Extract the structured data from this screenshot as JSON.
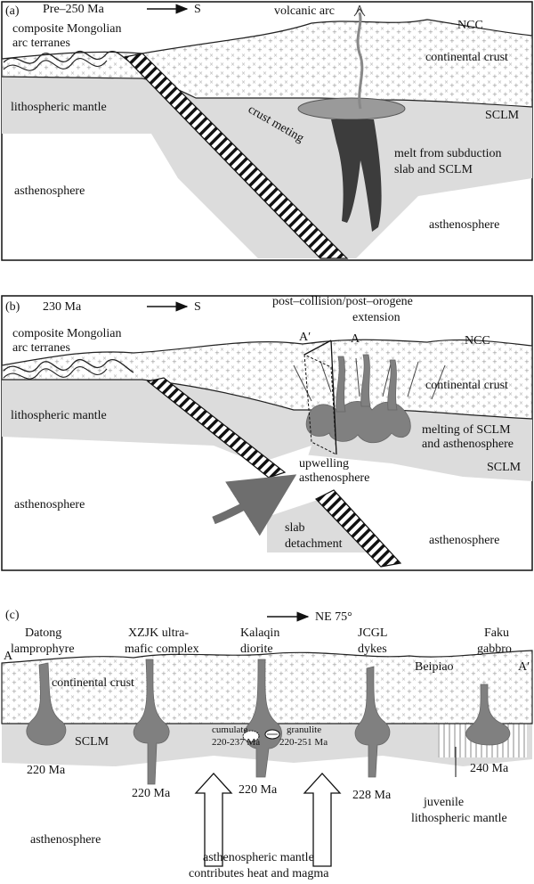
{
  "panel_a": {
    "tag": "(a)",
    "age": "Pre–250 Ma",
    "direction": "S",
    "mongolian_1": "composite Mongolian",
    "mongolian_2": "arc terranes",
    "volcanic_arc": "volcanic arc",
    "ncc": "NCC",
    "continental_crust": "continental crust",
    "lithospheric_mantle": "lithospheric mantle",
    "crust_meting": "crust meting",
    "sclm": "SCLM",
    "melt_1": "melt from subduction",
    "melt_2": "slab and SCLM",
    "asthenosphere_left": "asthenosphere",
    "asthenosphere_right": "asthenosphere"
  },
  "panel_b": {
    "tag": "(b)",
    "age": "230 Ma",
    "direction": "S",
    "post_1": "post–collision/post–orogene",
    "post_2": "extension",
    "a_prime": "A′",
    "a": "A",
    "mongolian_1": "composite Mongolian",
    "mongolian_2": "arc terranes",
    "ncc": "NCC",
    "continental_crust": "continental crust",
    "lithospheric_mantle": "lithospheric mantle",
    "melting_1": "melting of SCLM",
    "melting_2": "and asthenosphere",
    "sclm": "SCLM",
    "upwelling_1": "upwelling",
    "upwelling_2": "asthenosphere",
    "asthenosphere_left": "asthenosphere",
    "slab_1": "slab",
    "slab_2": "detachment",
    "asthenosphere_right": "asthenosphere"
  },
  "panel_c": {
    "tag": "(c)",
    "direction": "NE 75°",
    "a": "A",
    "a_prime": "A′",
    "datong_1": "Datong",
    "datong_2": "lamprophyre",
    "xzjk_1": "XZJK ultra-",
    "xzjk_2": "mafic complex",
    "kalaqin_1": "Kalaqin",
    "kalaqin_2": "diorite",
    "jcgl_1": "JCGL",
    "jcgl_2": "dykes",
    "faku_1": "Faku",
    "faku_2": "gabbro",
    "beipiao": "Beipiao",
    "continental_crust": "continental crust",
    "sclm": "SCLM",
    "cumulate_1": "cumulate",
    "cumulate_2": "220-237 Ma",
    "granulite_1": "granulite",
    "granulite_2": "220-251 Ma",
    "age_datong": "220 Ma",
    "age_xzjk": "220 Ma",
    "age_kalaqin": "220 Ma",
    "age_jcgl": "228 Ma",
    "age_faku": "240 Ma",
    "juvenile_1": "juvenile",
    "juvenile_2": "lithospheric mantle",
    "asthenosphere": "asthenosphere",
    "contrib_1": "asthenospheric mantle",
    "contrib_2": "contributes heat and magma"
  }
}
